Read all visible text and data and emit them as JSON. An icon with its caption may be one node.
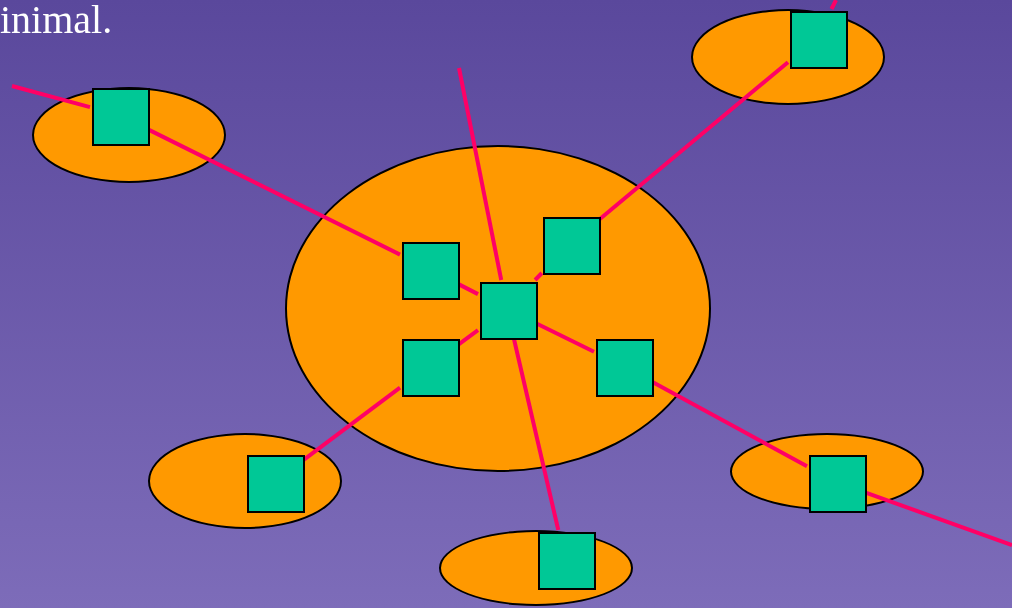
{
  "diagram": {
    "nodes": [
      {
        "text": [],
        "shape": "ellipse"
      },
      {
        "text": [],
        "shape": "box",
        "in": 0
      },
      {
        "text": [],
        "shape": "ellipse"
      },
      {
        "text": [],
        "shape": "box",
        "in": 2
      },
      {
        "text": [],
        "shape": "ellipse"
      },
      {
        "text": [],
        "shape": "box",
        "in": 4
      },
      {
        "text": [],
        "shape": "box",
        "in": 4
      },
      {
        "text": [],
        "shape": "box",
        "in": 4
      },
      {
        "text": [],
        "shape": "box",
        "in": 4
      },
      {
        "text": [],
        "shape": "box",
        "in": 4
      },
      {
        "text": [],
        "shape": "ellipse"
      },
      {
        "text": [],
        "shape": "box",
        "in": 10
      },
      {
        "text": [],
        "shape": "ellipse"
      },
      {
        "text": [],
        "shape": "box",
        "in": 12
      },
      {
        "text": [],
        "shape": "ellipse"
      },
      {
        "text": [],
        "shape": "box",
        "in": 14
      }
    ],
    "edges": [
      {
        "from": null,
        "to": 3,
        "arrow": "none"
      },
      {
        "from": 3,
        "to": 5,
        "arrow": "none"
      },
      {
        "from": 5,
        "to": 7,
        "arrow": "none"
      },
      {
        "from": 7,
        "to": 9,
        "arrow": "none"
      },
      {
        "from": 9,
        "to": 13,
        "arrow": "none"
      },
      {
        "from": 13,
        "to": null,
        "arrow": "none"
      },
      {
        "from": null,
        "to": 7,
        "arrow": "none"
      },
      {
        "from": 7,
        "to": 15,
        "arrow": "none"
      },
      {
        "from": 11,
        "to": 8,
        "arrow": "none"
      },
      {
        "from": 8,
        "to": 7,
        "arrow": "none"
      },
      {
        "from": 7,
        "to": 6,
        "arrow": "none"
      },
      {
        "from": 6,
        "to": 1,
        "arrow": "none"
      },
      {
        "from": 1,
        "to": null,
        "arrow": "none"
      }
    ],
    "labels": [
      "inimal."
    ]
  }
}
